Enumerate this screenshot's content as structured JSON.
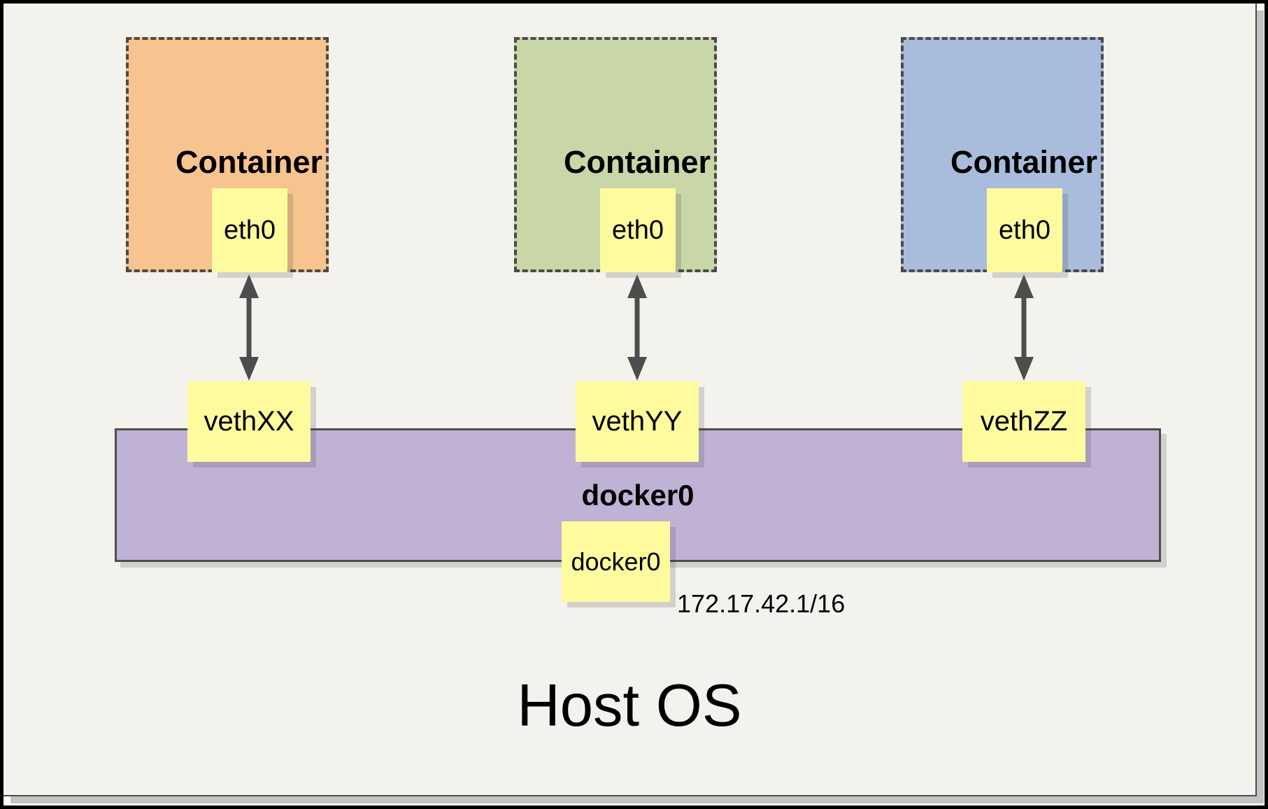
{
  "host": {
    "label": "Host OS",
    "background_color": "#F4F2EC",
    "frame_color": "#000000"
  },
  "bridge": {
    "name": "docker0",
    "interface_label": "docker0",
    "ip": "172.17.42.1/16",
    "color": "#C0B2D4"
  },
  "containers": [
    {
      "title": "Container",
      "interface": "eth0",
      "veth": "vethXX",
      "color": "#F7C38E"
    },
    {
      "title": "Container",
      "interface": "eth0",
      "veth": "vethYY",
      "color": "#C9D6A8"
    },
    {
      "title": "Container",
      "interface": "eth0",
      "veth": "vethZZ",
      "color": "#A9BCDB"
    }
  ],
  "note_color": "#FEFB9E",
  "line_color": "#4D4D4D"
}
